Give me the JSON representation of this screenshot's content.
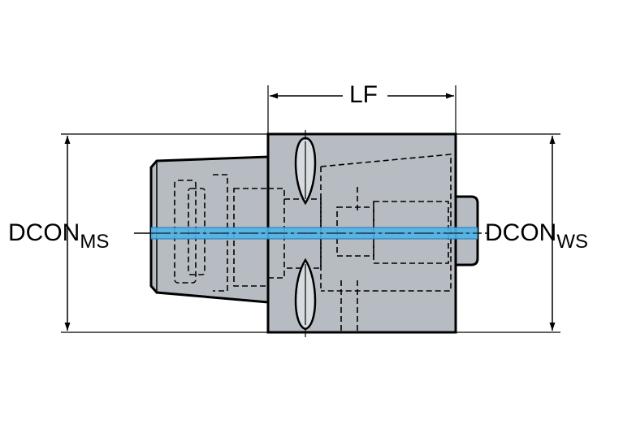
{
  "dimensions": {
    "lf": "LF",
    "dcon_ms": {
      "main": "DCON",
      "sub": "MS"
    },
    "dcon_ws": {
      "main": "DCON",
      "sub": "WS"
    }
  },
  "colors": {
    "body_fill": "#b7bcc3",
    "outline": "#000000",
    "coolant_channel": "#4fb3e8"
  }
}
